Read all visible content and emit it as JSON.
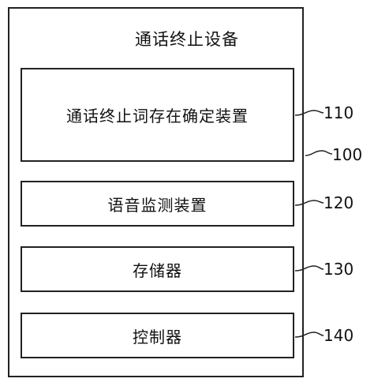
{
  "device": {
    "title": "通话终止设备",
    "ref": "100"
  },
  "components": [
    {
      "label": "通话终止词存在确定装置",
      "ref": "110"
    },
    {
      "label": "语音监测装置",
      "ref": "120"
    },
    {
      "label": "存储器",
      "ref": "130"
    },
    {
      "label": "控制器",
      "ref": "140"
    }
  ]
}
